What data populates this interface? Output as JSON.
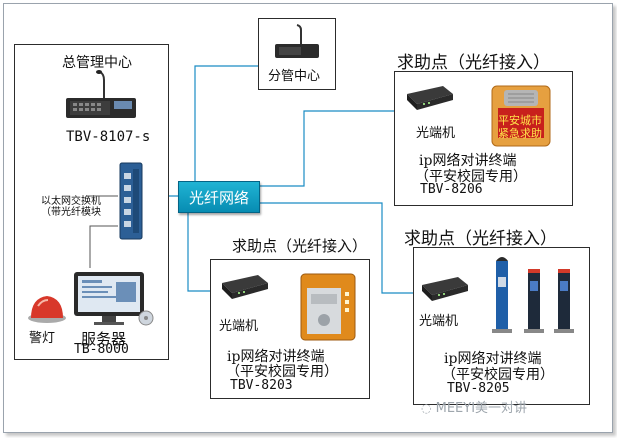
{
  "hub": {
    "label": "光纤网络"
  },
  "left_panel": {
    "center_title": "总管理中心",
    "center_model": "TBV-8107-s",
    "switch_label_line1": "以太网交换机",
    "switch_label_line2": "（带光纤模块",
    "lamp_label": "警灯",
    "server_label": "服务器",
    "server_model": "TB-8000"
  },
  "branch": {
    "label": "分管中心"
  },
  "node_top_right": {
    "title": "求助点（光纤接入）",
    "transceiver": "光端机",
    "terminal_line1": "ip网络对讲终端",
    "terminal_line2": "（平安校园专用）",
    "model": "TBV-8206",
    "sign_text_line1": "平安城市",
    "sign_text_line2": "紧急求助"
  },
  "node_bottom_left": {
    "title": "求助点（光纤接入）",
    "transceiver": "光端机",
    "terminal_line1": "ip网络对讲终端",
    "terminal_line2": "（平安校园专用）",
    "model": "TBV-8203"
  },
  "node_bottom_right": {
    "title": "求助点（光纤接入）",
    "transceiver": "光端机",
    "terminal_line1": "ip网络对讲终端",
    "terminal_line2": "（平安校园专用）",
    "model": "TBV-8205"
  },
  "watermark": "MEEYI美一对讲",
  "colors": {
    "link": "#1a8cc4",
    "hub": "#0e9ec4",
    "sign_red": "#c8201c",
    "panel_orange": "#e08a1c"
  }
}
